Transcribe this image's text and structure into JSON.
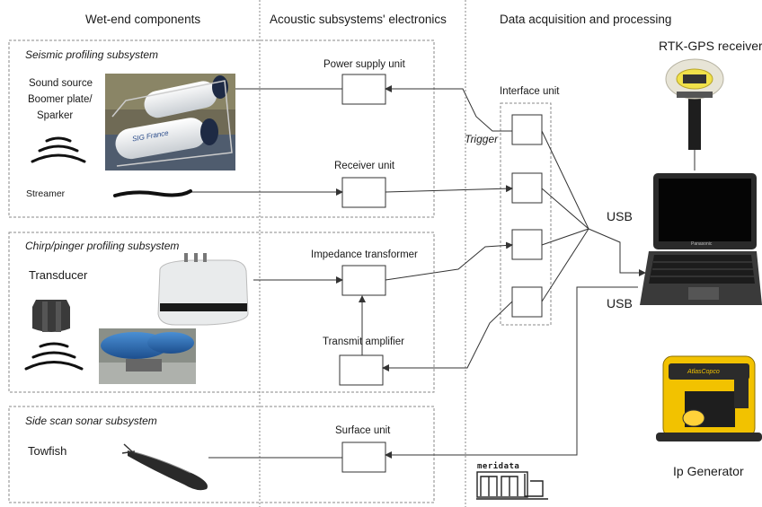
{
  "columns": {
    "wet_end": "Wet-end components",
    "acoustic": "Acoustic subsystems' electronics",
    "acquisition": "Data acquisition and processing"
  },
  "seismic": {
    "title": "Seismic profiling subsystem",
    "sound_source": "Sound source",
    "boomer": "Boomer plate/",
    "sparker": "Sparker",
    "streamer": "Streamer",
    "boomer_brand": "SIG France"
  },
  "chirp": {
    "title": "Chirp/pinger profiling subsystem",
    "transducer": "Transducer"
  },
  "sidescan": {
    "title": "Side scan sonar subsystem",
    "towfish": "Towfish"
  },
  "units": {
    "power_supply": "Power supply unit",
    "receiver": "Receiver unit",
    "impedance": "Impedance transformer",
    "transmit": "Transmit amplifier",
    "surface": "Surface unit",
    "interface": "Interface unit"
  },
  "signals": {
    "trigger": "Trigger",
    "usb_top": "USB",
    "usb_bottom": "USB"
  },
  "devices": {
    "gps": "RTK-GPS receiver",
    "generator": "Ip Generator",
    "laptop_brand": "Panasonic",
    "generator_brand": "AtlasCopco"
  },
  "logo": {
    "wordmark": "meridata",
    "initials": "md"
  },
  "colors": {
    "line": "#333333",
    "dash": "#8a8a8a",
    "generator_yellow": "#f2c200"
  }
}
